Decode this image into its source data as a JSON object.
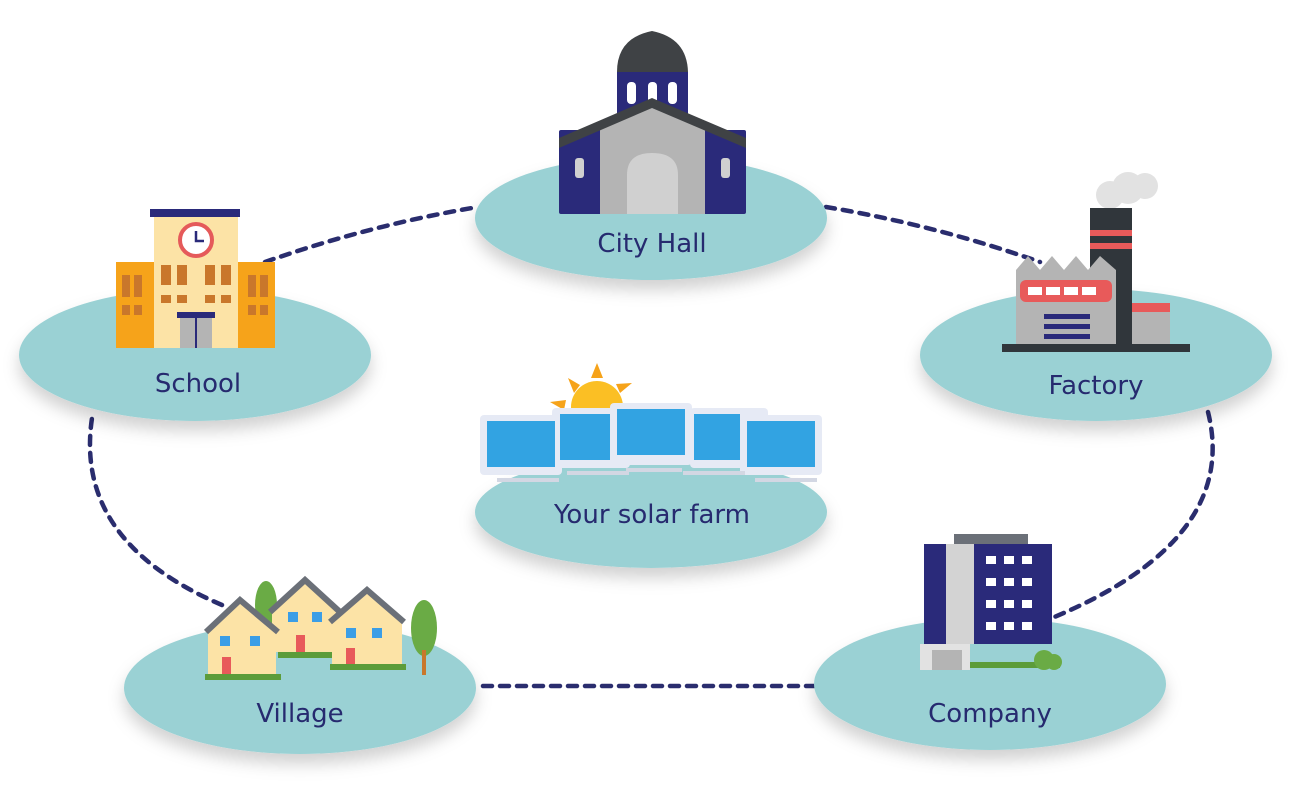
{
  "nodes": {
    "city_hall": {
      "label": "City Hall"
    },
    "school": {
      "label": "School"
    },
    "factory": {
      "label": "Factory"
    },
    "solar_farm": {
      "label": "Your solar farm"
    },
    "village": {
      "label": "Village"
    },
    "company": {
      "label": "Company"
    }
  },
  "colors": {
    "pad": "#9ad1d4",
    "link": "#2a2d6e",
    "text": "#262a6f",
    "navy": "#2a2a7a"
  }
}
